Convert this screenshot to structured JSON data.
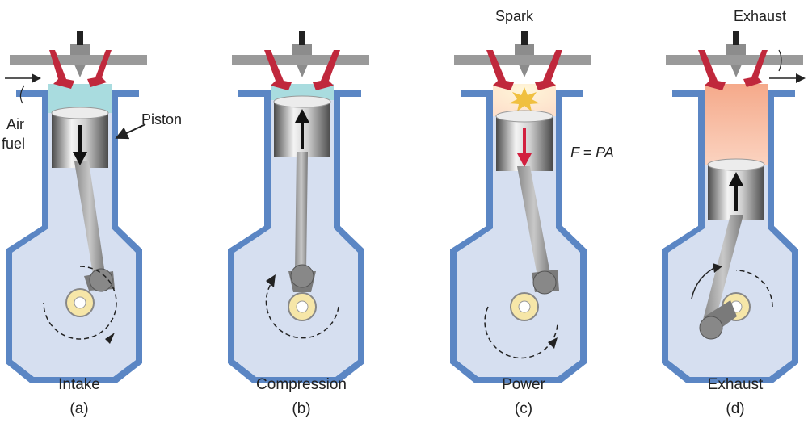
{
  "panels": [
    {
      "id": "a",
      "title": "Intake",
      "letter": "(a)"
    },
    {
      "id": "b",
      "title": "Compression",
      "letter": "(b)"
    },
    {
      "id": "c",
      "title": "Power",
      "letter": "(c)"
    },
    {
      "id": "d",
      "title": "Exhaust",
      "letter": "(d)"
    }
  ],
  "annotations": {
    "air_fuel_line1": "Air",
    "air_fuel_line2": "fuel",
    "piston": "Piston",
    "spark": "Spark",
    "formula": "F = PA",
    "exhaust": "Exhaust"
  },
  "colors": {
    "cylinder_wall": "#5b86c4",
    "cylinder_inside": "#d6dff0",
    "head": "#9a9a9a",
    "valve": "#c0283c",
    "piston_dark": "#555555",
    "piston_light": "#ececec",
    "crank_bearing": "#f6e6a8",
    "mixture": "#a9dcdf",
    "spark_burst": "#f0c040",
    "burn_glow": "#fde3cf",
    "exhaust_gas": "#f7b79a",
    "arrow_power": "#d2203f"
  }
}
